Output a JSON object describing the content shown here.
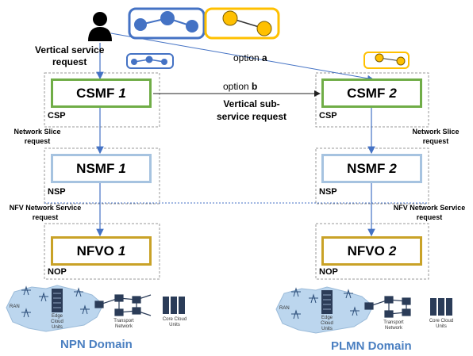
{
  "user": {
    "vertical_service_request_line1": "Vertical service",
    "vertical_service_request_line2": "request"
  },
  "options": {
    "option_a_prefix": "option ",
    "option_a_letter": "a",
    "option_b_prefix": "option ",
    "option_b_letter": "b"
  },
  "vertical_subservice_line1": "Vertical sub-",
  "vertical_subservice_line2": "service request",
  "left": {
    "csmf_name": "CSMF",
    "csmf_index": "1",
    "csp": "CSP",
    "ns_request_line1": "Network Slice",
    "ns_request_line2": "request",
    "nsmf_name": "NSMF",
    "nsmf_index": "1",
    "nsp": "NSP",
    "nfv_request_line1": "NFV Network Service",
    "nfv_request_line2": "request",
    "nfvo_name": "NFVO",
    "nfvo_index": "1",
    "nop": "NOP",
    "domain_title": "NPN Domain",
    "ran": "RAN",
    "edge_line1": "Edge",
    "edge_line2": "Cloud",
    "edge_line3": "Units",
    "transport_line1": "Transport",
    "transport_line2": "Network",
    "core_line1": "Core Cloud",
    "core_line2": "Units"
  },
  "right": {
    "csmf_name": "CSMF",
    "csmf_index": "2",
    "csp": "CSP",
    "ns_request_line1": "Network Slice",
    "ns_request_line2": "request",
    "nsmf_name": "NSMF",
    "nsmf_index": "2",
    "nsp": "NSP",
    "nfv_request_line1": "NFV Network Service",
    "nfv_request_line2": "request",
    "nfvo_name": "NFVO",
    "nfvo_index": "2",
    "nop": "NOP",
    "domain_title": "PLMN Domain",
    "ran": "RAN",
    "edge_line1": "Edge",
    "edge_line2": "Cloud",
    "edge_line3": "Units",
    "transport_line1": "Transport",
    "transport_line2": "Network",
    "core_line1": "Core Cloud",
    "core_line2": "Units"
  },
  "colors": {
    "csmf_border": "#70ad47",
    "nsmf_border": "#a6c3e0",
    "nfvo_border": "#c9a227",
    "slice_blue": "#4472c4",
    "slice_yellow": "#ffc000",
    "arrow_blue": "#4472c4",
    "domain_title": "#4a7fc1"
  },
  "icons": [
    "user-icon",
    "blue-slice-icon",
    "yellow-slice-icon",
    "antenna-icon",
    "server-rack-icon",
    "switch-icon"
  ]
}
